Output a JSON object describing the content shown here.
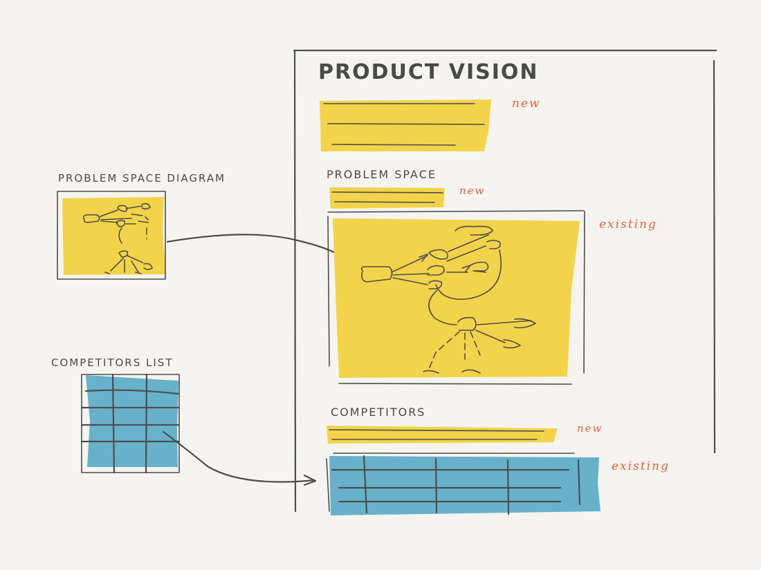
{
  "left": {
    "problem_diagram_label": "PROBLEM SPACE DIAGRAM",
    "competitors_label": "COMPETITORS LIST"
  },
  "doc": {
    "title": "PRODUCT VISION",
    "problem_heading": "PROBLEM SPACE",
    "competitors_heading": "COMPETITORS"
  },
  "notes": {
    "vision_new": "new",
    "problem_new": "new",
    "diagram_existing": "existing",
    "competitors_new": "new",
    "table_existing": "existing"
  },
  "colors": {
    "yellow": "#f2d34a",
    "blue": "#68b1ca",
    "ink": "#4d4d4b",
    "note": "#e8613c"
  }
}
